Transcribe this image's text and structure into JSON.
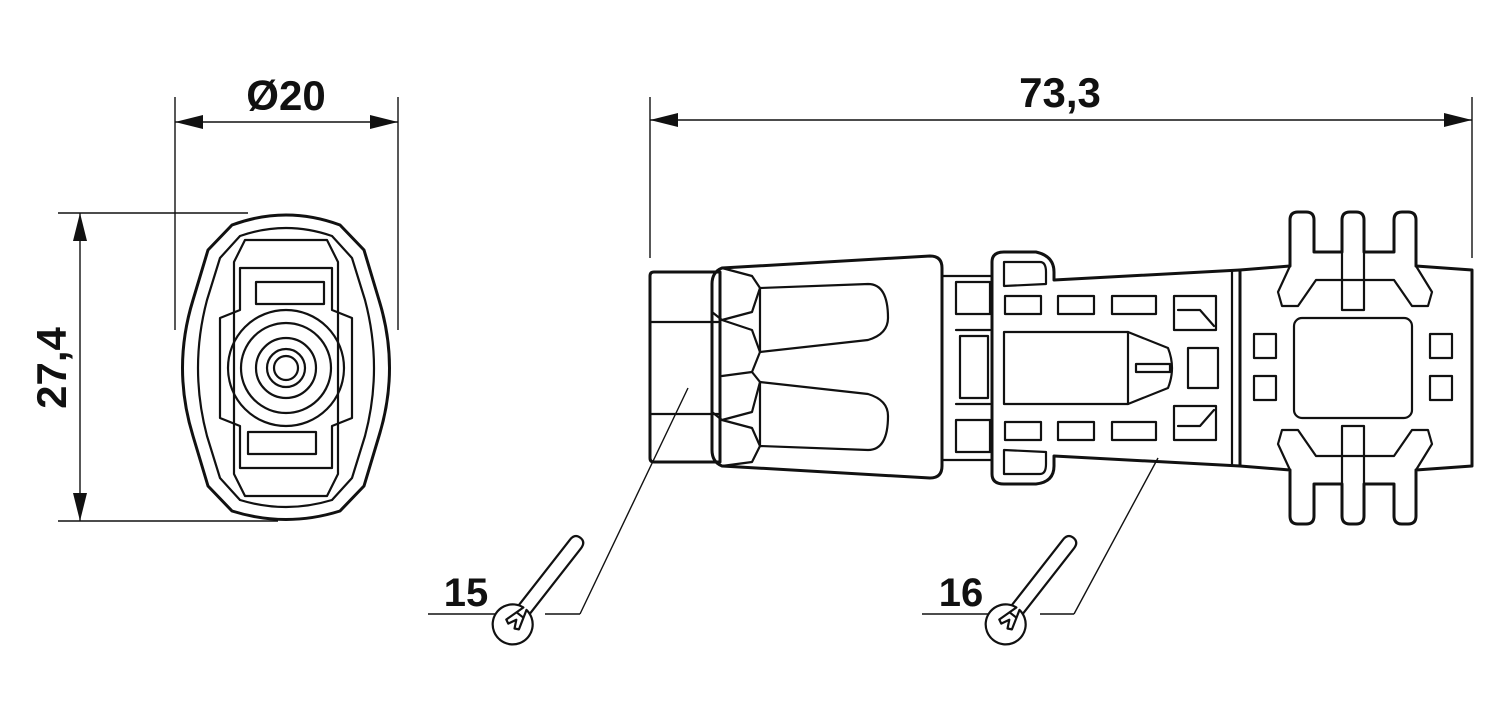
{
  "dimensions": {
    "diameter": "Ø20",
    "height": "27,4",
    "length": "73,3"
  },
  "wrench_labels": {
    "left": "15",
    "right": "16"
  }
}
